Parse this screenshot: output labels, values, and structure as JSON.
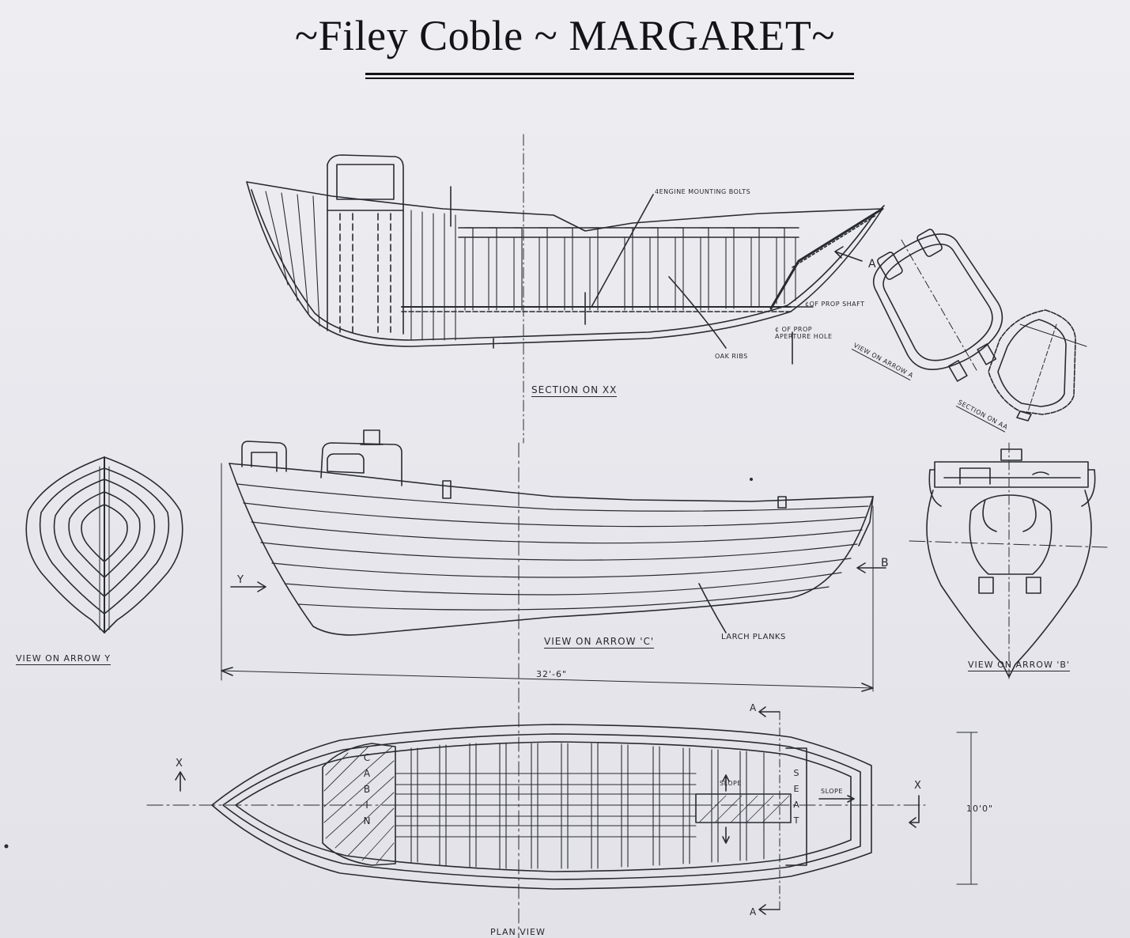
{
  "title": "~Filey Coble ~ MARGARET~",
  "labels": {
    "engine_bolts": "4ENGINE MOUNTING BOLTS",
    "prop_shaft": "¢OF PROP SHAFT",
    "prop_aperture": "¢ OF PROP APERTURE HOLE",
    "oak_ribs": "OAK RIBS",
    "section_xx": "SECTION ON XX",
    "view_on_arrow_a": "VIEW ON ARROW A",
    "section_on_aa": "SECTION ON AA",
    "arrow_a": "A",
    "arrow_b": "B",
    "arrow_y": "Y",
    "view_on_arrow_y": "VIEW ON ARROW Y",
    "view_on_arrow_c": "VIEW ON ARROW 'C'",
    "larch_planks": "LARCH PLANKS",
    "view_on_arrow_b": "VIEW ON ARROW 'B'",
    "length": "32'-6\"",
    "beam": "10'0\"",
    "cabin": [
      "C",
      "A",
      "B",
      "I",
      "N"
    ],
    "seat": [
      "S",
      "E",
      "A",
      "T"
    ],
    "slope": "SLOPE",
    "x_mark": "X",
    "plan_view": "PLAN VIEW"
  },
  "colors": {
    "paper": "#e9e9ee",
    "ink": "#1e1e24",
    "hatch": "#3a3a44"
  }
}
